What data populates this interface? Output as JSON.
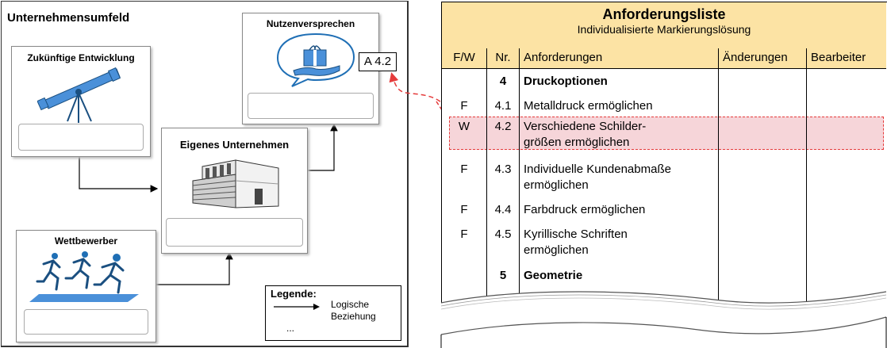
{
  "left_panel": {
    "title": "Unternehmensumfeld",
    "future_box": {
      "title": "Zukünftige Entwicklung",
      "icon": "telescope-icon"
    },
    "value_box": {
      "title": "Nutzenversprechen",
      "icon": "gift-hand-icon",
      "tag": "A 4.2"
    },
    "company_box": {
      "title": "Eigenes Unternehmen",
      "icon": "building-icon"
    },
    "competitor_box": {
      "title": "Wettbewerber",
      "icon": "runners-icon"
    },
    "legend": {
      "title": "Legende:",
      "line1": "Logische",
      "line2": "Beziehung",
      "more": "..."
    }
  },
  "requirements": {
    "title": "Anforderungsliste",
    "subtitle": "Individualisierte Markierungslösung",
    "columns": [
      "F/W",
      "Nr.",
      "Anforderungen",
      "Änderungen",
      "Bearbeiter"
    ],
    "rows": [
      {
        "fw": "",
        "nr": "4",
        "text": [
          "Druckoptionen"
        ],
        "bold": true
      },
      {
        "fw": "F",
        "nr": "4.1",
        "text": [
          "Metalldruck ermöglichen"
        ]
      },
      {
        "fw": "W",
        "nr": "4.2",
        "text": [
          "Verschiedene Schilder-",
          "größen ermöglichen"
        ],
        "highlight": true
      },
      {
        "fw": "F",
        "nr": "4.3",
        "text": [
          "Individuelle Kundenabmaße",
          "ermöglichen"
        ]
      },
      {
        "fw": "F",
        "nr": "4.4",
        "text": [
          "Farbdruck ermöglichen"
        ]
      },
      {
        "fw": "F",
        "nr": "4.5",
        "text": [
          "Kyrillische Schriften",
          "ermöglichen"
        ]
      },
      {
        "fw": "",
        "nr": "5",
        "text": [
          "Geometrie"
        ],
        "bold": true
      }
    ]
  },
  "colors": {
    "header_bg": "#fce3a4",
    "highlight_bg": "#f6d5d9",
    "highlight_border": "#e53b3b",
    "accent_blue": "#1f6fb5"
  }
}
